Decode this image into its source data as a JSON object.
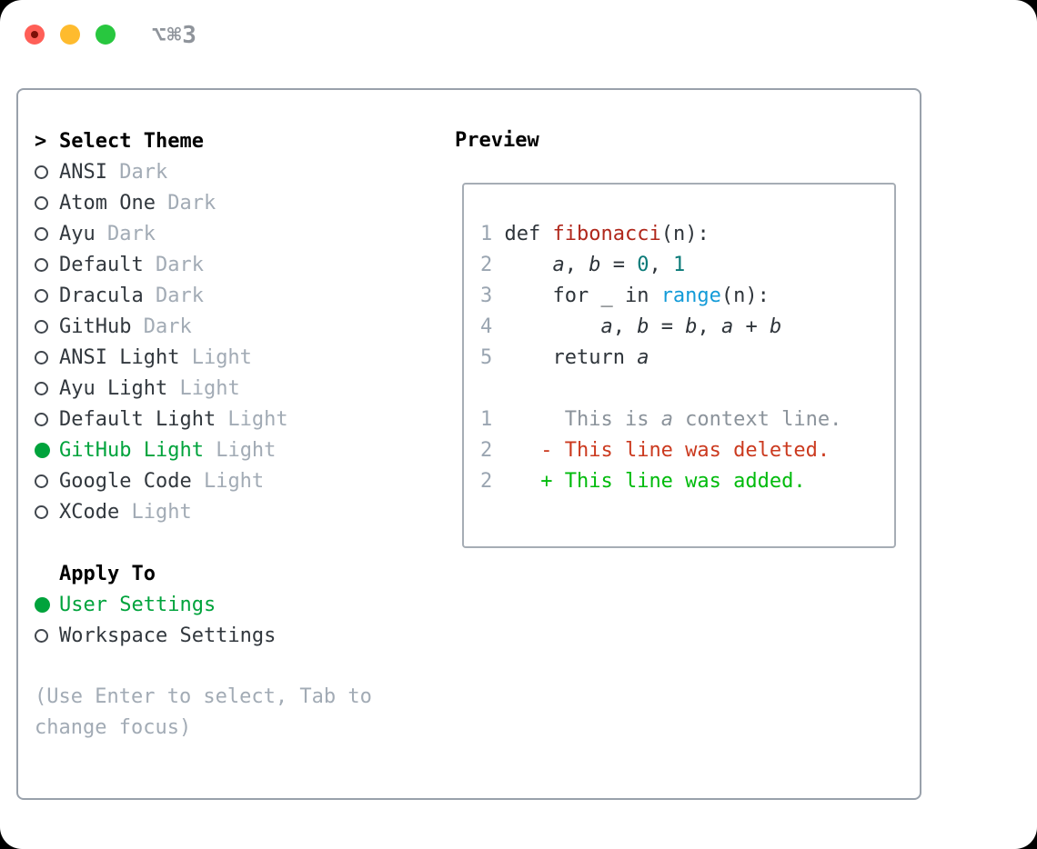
{
  "titlebar": {
    "title": "⌥⌘3",
    "traffic_lights": [
      "close",
      "minimize",
      "zoom"
    ]
  },
  "colors": {
    "selection_green": "#00a33c",
    "added_green": "#00bb0c",
    "deleted_red": "#cb3a1f",
    "function_red": "#b0271b",
    "number_teal": "#0a7a78",
    "call_blue": "#139bd8",
    "muted_gray": "#a2abb5",
    "panel_border": "#99a1ab",
    "traffic_red": "#ff5f57",
    "traffic_yellow": "#febb2e",
    "traffic_green": "#28c73f"
  },
  "theme_panel": {
    "header": {
      "prompt": ">",
      "label": "Select Theme"
    },
    "themes": [
      {
        "name": "ANSI",
        "variant": "Dark",
        "selected": false
      },
      {
        "name": "Atom One",
        "variant": "Dark",
        "selected": false
      },
      {
        "name": "Ayu",
        "variant": "Dark",
        "selected": false
      },
      {
        "name": "Default",
        "variant": "Dark",
        "selected": false
      },
      {
        "name": "Dracula",
        "variant": "Dark",
        "selected": false
      },
      {
        "name": "GitHub",
        "variant": "Dark",
        "selected": false
      },
      {
        "name": "ANSI Light",
        "variant": "Light",
        "selected": false
      },
      {
        "name": "Ayu Light",
        "variant": "Light",
        "selected": false
      },
      {
        "name": "Default Light",
        "variant": "Light",
        "selected": false
      },
      {
        "name": "GitHub Light",
        "variant": "Light",
        "selected": true
      },
      {
        "name": "Google Code",
        "variant": "Light",
        "selected": false
      },
      {
        "name": "XCode",
        "variant": "Light",
        "selected": false
      }
    ],
    "apply_to": {
      "label": "Apply To",
      "options": [
        {
          "name": "User Settings",
          "selected": true
        },
        {
          "name": "Workspace Settings",
          "selected": false
        }
      ]
    },
    "help": [
      "(Use Enter to select, Tab to",
      "change focus)"
    ]
  },
  "preview": {
    "label": "Preview",
    "lines": [
      {
        "num": "1 ",
        "tokens": [
          {
            "t": "def ",
            "c": "fg"
          },
          {
            "t": "fibonacci",
            "c": "fn"
          },
          {
            "t": "(n):",
            "c": "fg"
          }
        ]
      },
      {
        "num": "2 ",
        "tokens": [
          {
            "t": "    ",
            "c": "fg"
          },
          {
            "t": "a",
            "c": "var"
          },
          {
            "t": ", ",
            "c": "fg"
          },
          {
            "t": "b",
            "c": "var"
          },
          {
            "t": " = ",
            "c": "fg"
          },
          {
            "t": "0",
            "c": "num"
          },
          {
            "t": ", ",
            "c": "fg"
          },
          {
            "t": "1",
            "c": "num"
          }
        ]
      },
      {
        "num": "3 ",
        "tokens": [
          {
            "t": "    for _ in ",
            "c": "fg"
          },
          {
            "t": "range",
            "c": "call"
          },
          {
            "t": "(n):",
            "c": "fg"
          }
        ]
      },
      {
        "num": "4 ",
        "tokens": [
          {
            "t": "        ",
            "c": "fg"
          },
          {
            "t": "a",
            "c": "var"
          },
          {
            "t": ", ",
            "c": "fg"
          },
          {
            "t": "b",
            "c": "var"
          },
          {
            "t": " = ",
            "c": "fg"
          },
          {
            "t": "b",
            "c": "var"
          },
          {
            "t": ", ",
            "c": "fg"
          },
          {
            "t": "a",
            "c": "var"
          },
          {
            "t": " + ",
            "c": "fg"
          },
          {
            "t": "b",
            "c": "var"
          }
        ]
      },
      {
        "num": "5 ",
        "tokens": [
          {
            "t": "    return ",
            "c": "fg"
          },
          {
            "t": "a",
            "c": "var"
          }
        ]
      },
      {
        "num": "",
        "tokens": []
      },
      {
        "num": "1 ",
        "tokens": [
          {
            "t": "     This is ",
            "c": "ctx"
          },
          {
            "t": "a",
            "c": "ctxv"
          },
          {
            "t": " context line.",
            "c": "ctx"
          }
        ]
      },
      {
        "num": "2 ",
        "tokens": [
          {
            "t": "   - This line was deleted.",
            "c": "del"
          }
        ]
      },
      {
        "num": "2 ",
        "tokens": [
          {
            "t": "   + This line was added.",
            "c": "add"
          }
        ]
      }
    ]
  }
}
